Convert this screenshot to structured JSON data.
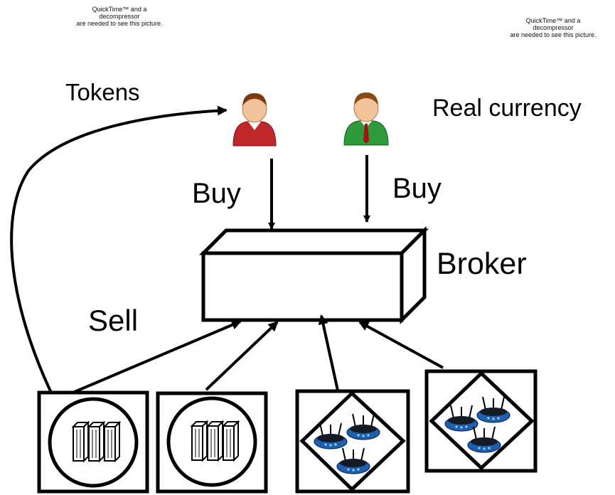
{
  "quicktime_notice_left": {
    "line1": "QuickTime™ and a",
    "line2": "decompressor",
    "line3": "are needed to see this picture."
  },
  "quicktime_notice_right": {
    "line1": "QuickTime™ and a",
    "line2": "decompressor",
    "line3": "are needed to see this picture."
  },
  "labels": {
    "tokens": "Tokens",
    "real_currency": "Real currency",
    "buy_left": "Buy",
    "buy_right": "Buy",
    "broker": "Broker",
    "sell": "Sell"
  },
  "colors": {
    "stroke": "#000000",
    "user_red_shirt": "#c0282c",
    "user_green_shirt": "#2e9a3a",
    "skin": "#f2c29b",
    "hair": "#7a3b12",
    "router_blue": "#1f5fb0"
  },
  "icons": {
    "buyer_tokens": "user-red-icon",
    "buyer_real": "user-green-icon",
    "seller_1": "server-cluster-icon",
    "seller_2": "server-cluster-icon",
    "seller_3": "wifi-routers-icon",
    "seller_4": "wifi-routers-icon"
  }
}
